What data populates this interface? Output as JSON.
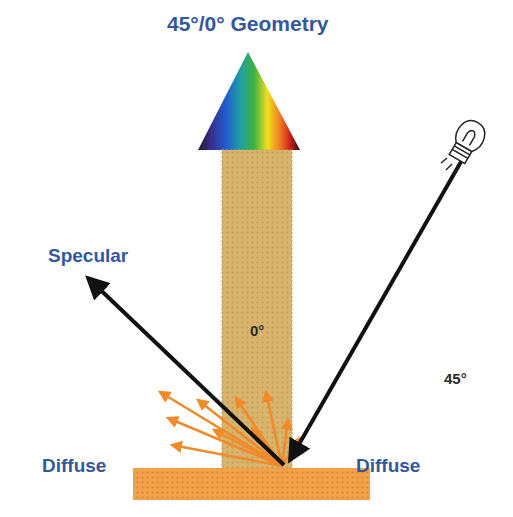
{
  "diagram": {
    "title": "45°/0° Geometry",
    "labels": [
      "Specular",
      "0°",
      "45°",
      "Diffuse",
      "Diffuse"
    ]
  }
}
